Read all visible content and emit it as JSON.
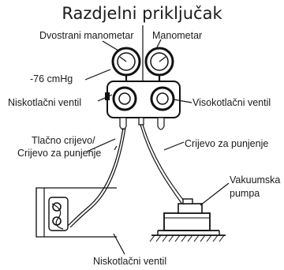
{
  "title": "Razdjelni priključak",
  "labels": {
    "compound_gauge": "Dvostrani manometar",
    "gauge": "Manometar",
    "vacuum_reading": "-76 cmHg",
    "low_valve_top": "Niskotlačni ventil",
    "high_valve": "Visokotlačni ventil",
    "pressure_hose_1": "Tlačno crijevo/",
    "pressure_hose_2": "Crijevo za punjenje",
    "charge_hose": "Crijevo za punjenje",
    "vacuum_pump_1": "Vakuumska",
    "vacuum_pump_2": "pumpa",
    "low_valve_bottom": "Niskotlačni ventil"
  }
}
